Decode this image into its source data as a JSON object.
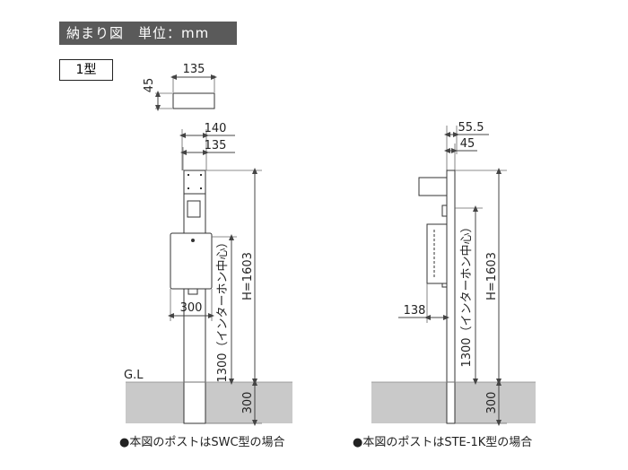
{
  "header": {
    "title": "納まり図　単位：mm"
  },
  "type_label": "1型",
  "left_drawing": {
    "top_view": {
      "width_label": "135",
      "depth_label": "45"
    },
    "dims": {
      "w140": "140",
      "w135": "135",
      "post_width": "300",
      "h_total": "H=1603",
      "h_intercom": "1300（インターホン中心）",
      "embed": "300",
      "gl": "G.L"
    },
    "caption": "●本図のポストはSWC型の場合"
  },
  "right_drawing": {
    "dims": {
      "d55": "55.5",
      "d45": "45",
      "d138": "138",
      "h_total": "H=1603",
      "h_intercom": "1300（インターホン中心）",
      "embed": "300"
    },
    "caption": "●本図のポストはSTE-1K型の場合"
  }
}
